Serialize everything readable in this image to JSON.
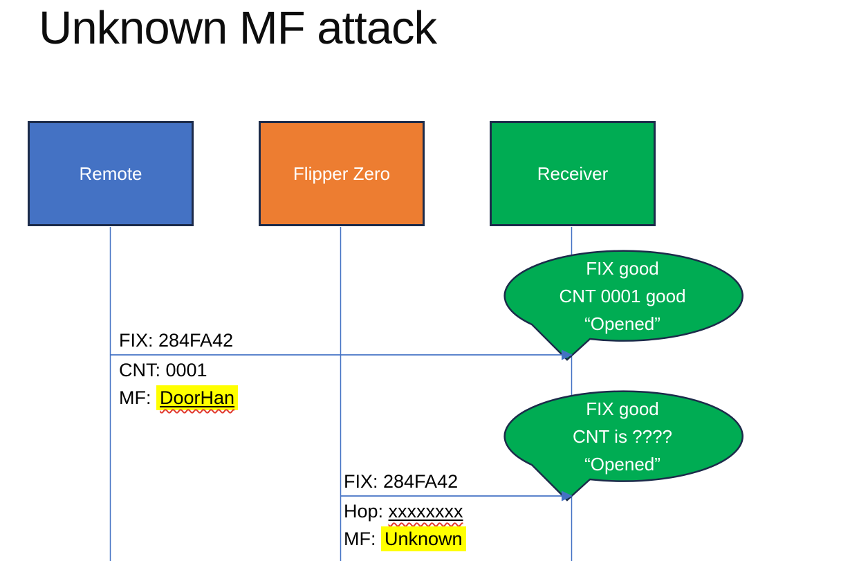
{
  "title": "Unknown MF attack",
  "colors": {
    "actor_blue": "#4472C4",
    "actor_orange": "#ED7D31",
    "actor_green": "#00AC53",
    "shape_border": "#1C2B4A",
    "line_blue": "#4472C4",
    "highlight_yellow": "#FFFF00",
    "spellcheck_red": "#E23A2E",
    "text_dark": "#0D0D0D",
    "text_light": "#FFFFFF"
  },
  "actors": [
    {
      "id": "remote",
      "label": "Remote"
    },
    {
      "id": "flipper-zero",
      "label": "Flipper Zero"
    },
    {
      "id": "receiver",
      "label": "Receiver"
    }
  ],
  "messages": [
    {
      "from": "Remote",
      "to": "Receiver",
      "label_above": "FIX: 284FA42",
      "line2": "CNT: 0001",
      "line3_prefix": "MF: ",
      "line3_value": "DoorHan"
    },
    {
      "from": "Flipper Zero",
      "to": "Receiver",
      "label_above": "FIX: 284FA42",
      "line2_prefix": "Hop: ",
      "line2_value": "xxxxxxxx",
      "line3_prefix": "MF: ",
      "line3_value": "Unknown"
    }
  ],
  "callouts": [
    {
      "lines": [
        "FIX good",
        "CNT 0001 good",
        "“Opened”"
      ]
    },
    {
      "lines": [
        "FIX good",
        "CNT is ????",
        "“Opened”"
      ]
    }
  ]
}
